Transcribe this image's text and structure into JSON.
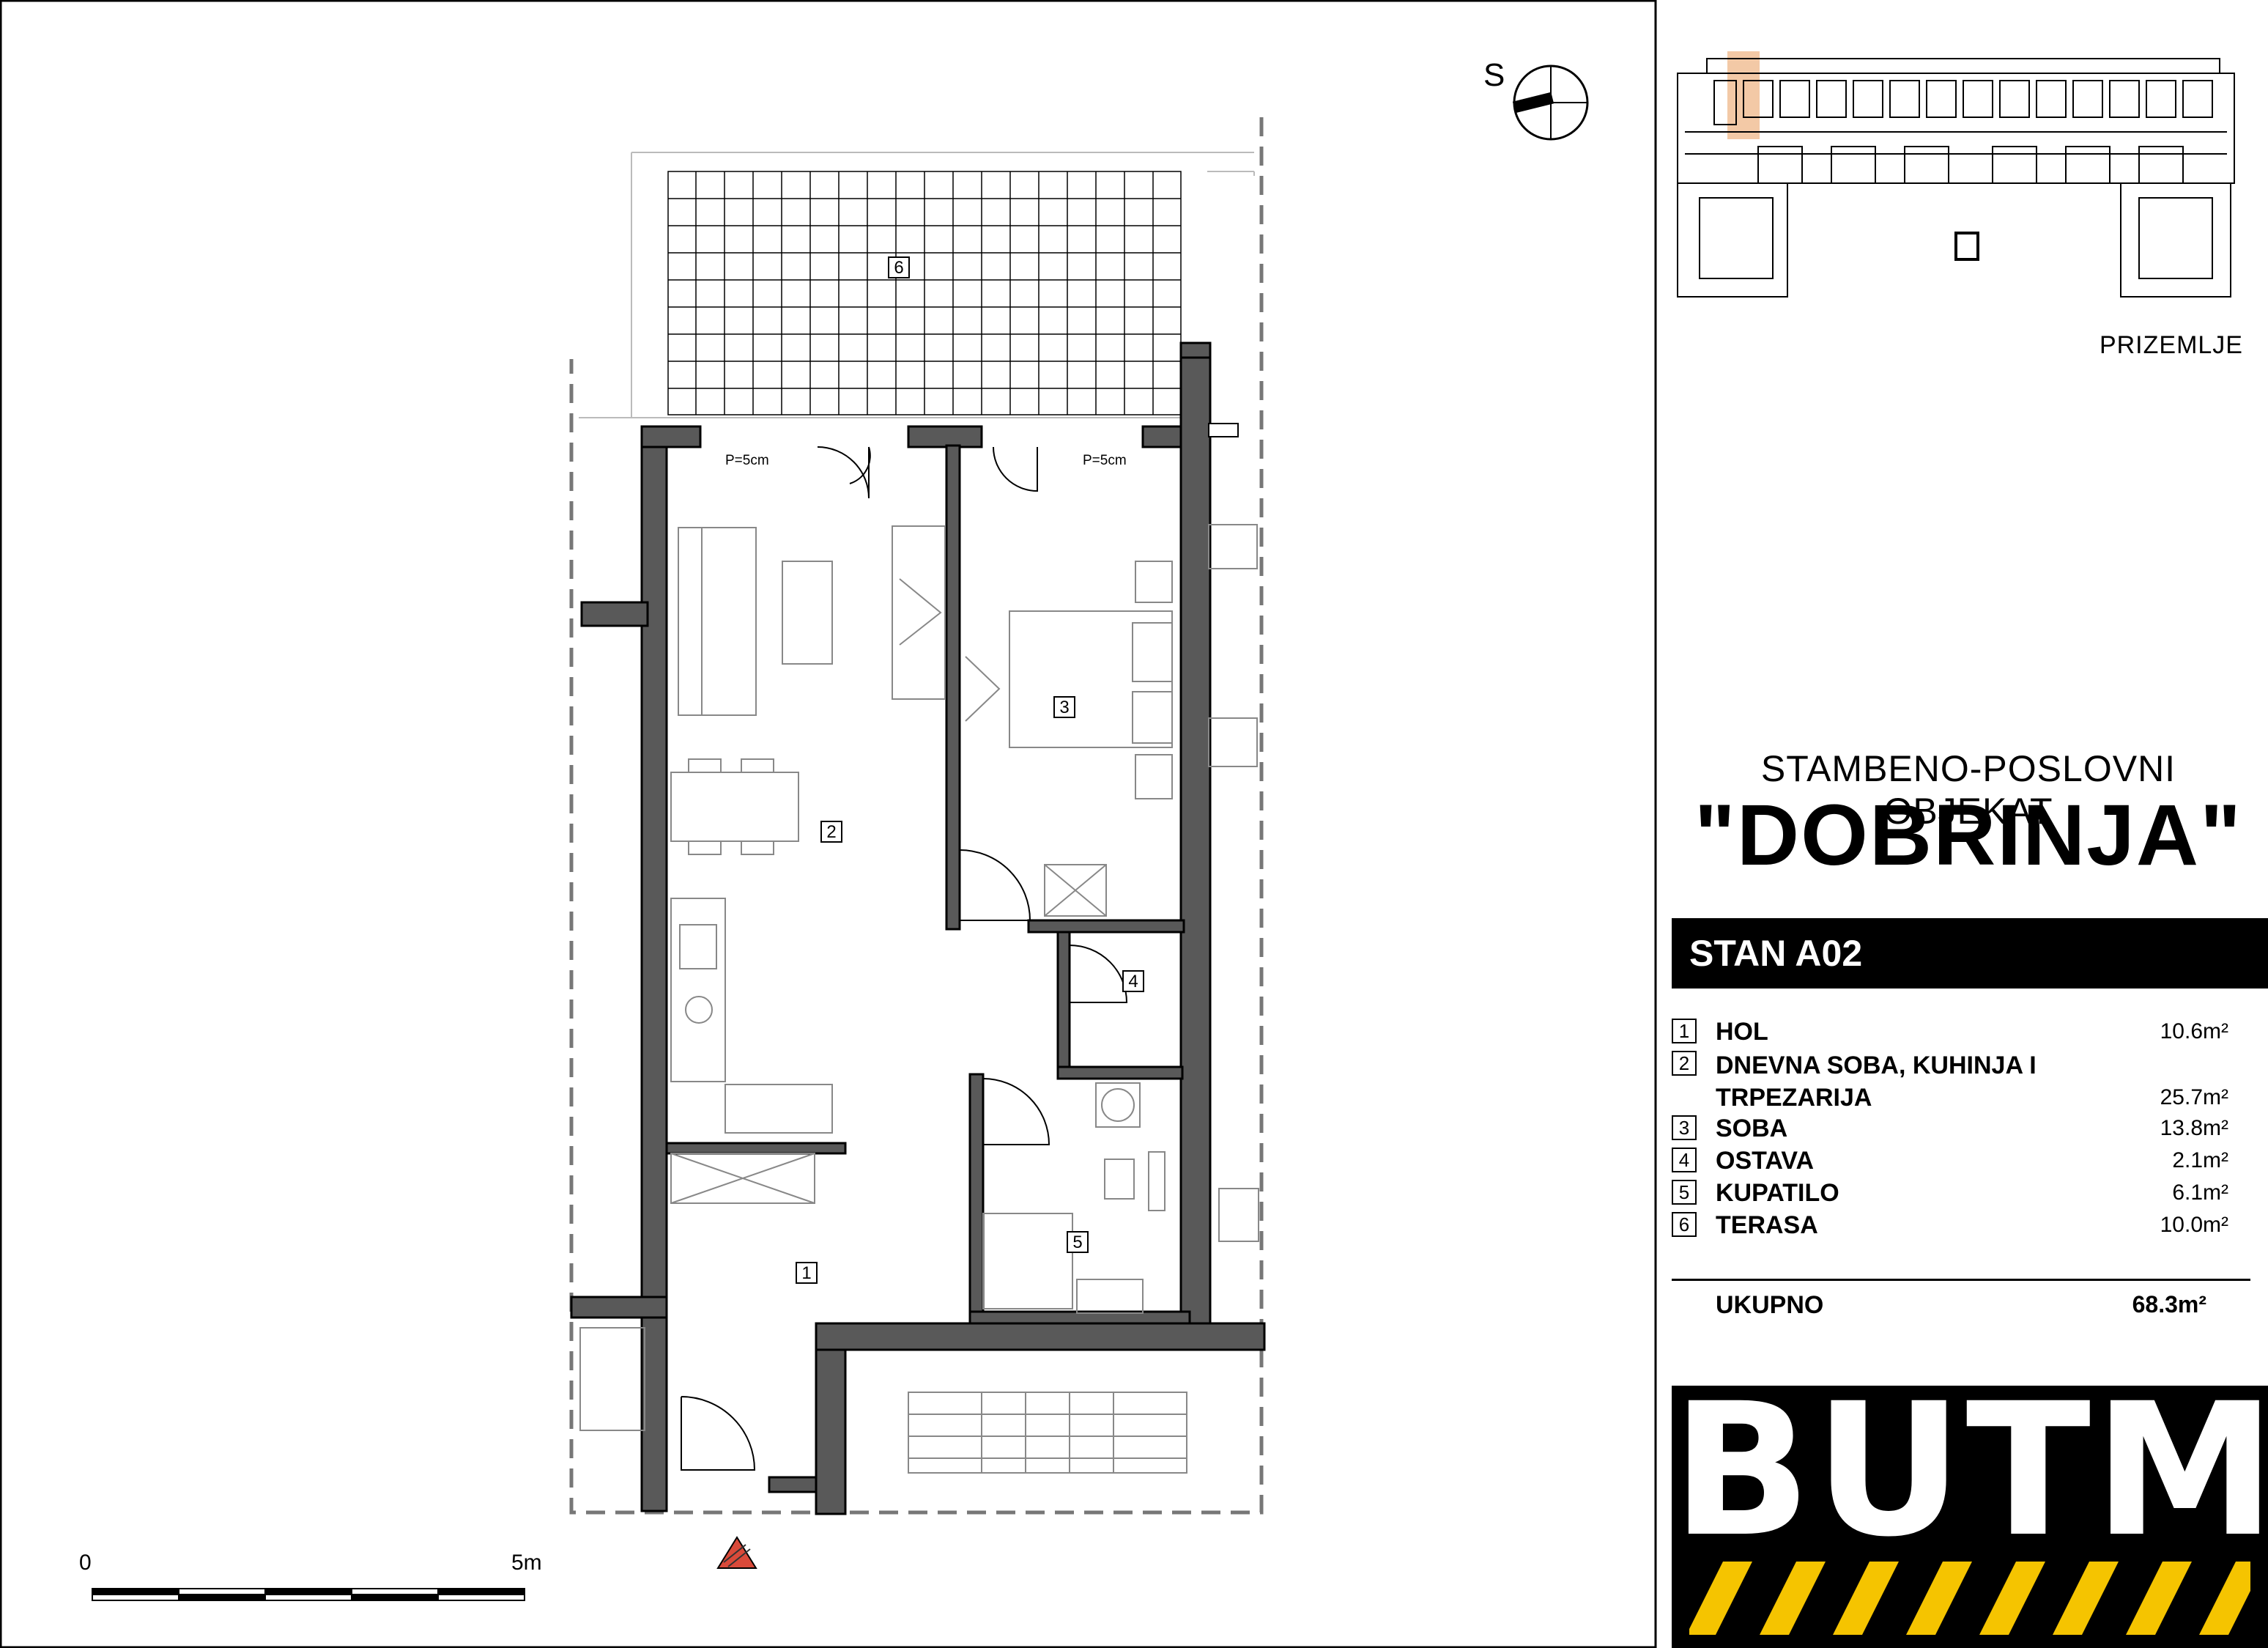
{
  "header": {
    "subtitle": "STAMBENO-POSLOVNI OBJEKAT",
    "title": "\"DOBRINJA\"",
    "floor_label": "PRIZEMLJE",
    "compass_letter": "S"
  },
  "apartment": {
    "label": "STAN A02",
    "rooms": [
      {
        "num": "1",
        "name": "HOL",
        "area": "10.6m²"
      },
      {
        "num": "2",
        "name": "DNEVNA SOBA, KUHINJA I TRPEZARIJA",
        "area": "25.7m²"
      },
      {
        "num": "3",
        "name": "SOBA",
        "area": "13.8m²"
      },
      {
        "num": "4",
        "name": "OSTAVA",
        "area": "2.1m²"
      },
      {
        "num": "5",
        "name": "KUPATILO",
        "area": "6.1m²"
      },
      {
        "num": "6",
        "name": "TERASA",
        "area": "10.0m²"
      }
    ],
    "total_label": "UKUPNO",
    "total_value": "68.3m²"
  },
  "plan": {
    "room_tags": [
      "1",
      "2",
      "3",
      "4",
      "5",
      "6"
    ],
    "threshold_label": "P=5cm"
  },
  "scale_bar": {
    "start": "0",
    "end": "5m"
  },
  "logo": {
    "text": "BUTMIR"
  },
  "colors": {
    "wall": "#595959",
    "stripe": "#f5c400",
    "highlight": "#f3c9a6",
    "marker": "#d94a3a"
  }
}
